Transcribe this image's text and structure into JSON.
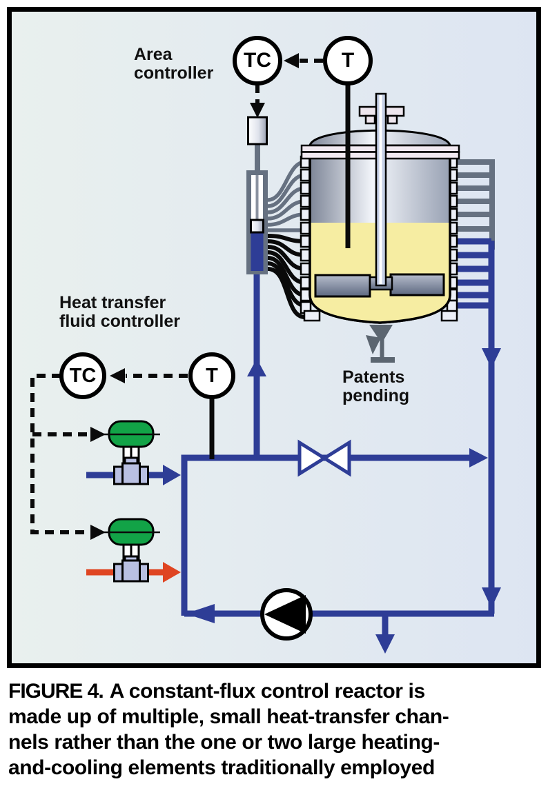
{
  "theme": {
    "pipe-blue": "#2e3d96",
    "pipe-red": "#df4522",
    "pipe-gray": "#667181",
    "channel-black": "#0a0a0a",
    "actuator-green": "#12a347",
    "valve-body-lavender": "#b9c0e2",
    "liquid-yellow": "#f6eda2",
    "diagram-bg-left": "#e9f0ee",
    "diagram-bg-right": "#dde5f2",
    "text-black": "#111111"
  },
  "diagram": {
    "labels": {
      "area_controller": "Area\ncontroller",
      "htf_controller": "Heat transfer\nfluid controller",
      "patents_pending": "Patents\npending"
    },
    "instruments": {
      "area_tc": "TC",
      "area_t": "T",
      "htf_tc": "TC",
      "htf_t": "T"
    },
    "icons": [
      {
        "name": "temperature-controller-circle",
        "glyph": "TC"
      },
      {
        "name": "temperature-sensor-circle",
        "glyph": "T"
      },
      {
        "name": "control-valve-green-actuator",
        "glyph": "globe-valve"
      },
      {
        "name": "manual-valve",
        "glyph": "bowtie"
      },
      {
        "name": "pump",
        "glyph": "circle-triangle"
      },
      {
        "name": "drain-valve",
        "glyph": "gray-angle-valve"
      },
      {
        "name": "stirred-reactor-vessel",
        "glyph": "vessel"
      }
    ]
  },
  "caption": {
    "lead": "FIGURE 4.",
    "lines": [
      "A constant-flux control reactor is",
      "made up of multiple, small heat-transfer chan-",
      "nels rather than the one or two large heating-",
      "and-cooling elements traditionally employed"
    ]
  }
}
